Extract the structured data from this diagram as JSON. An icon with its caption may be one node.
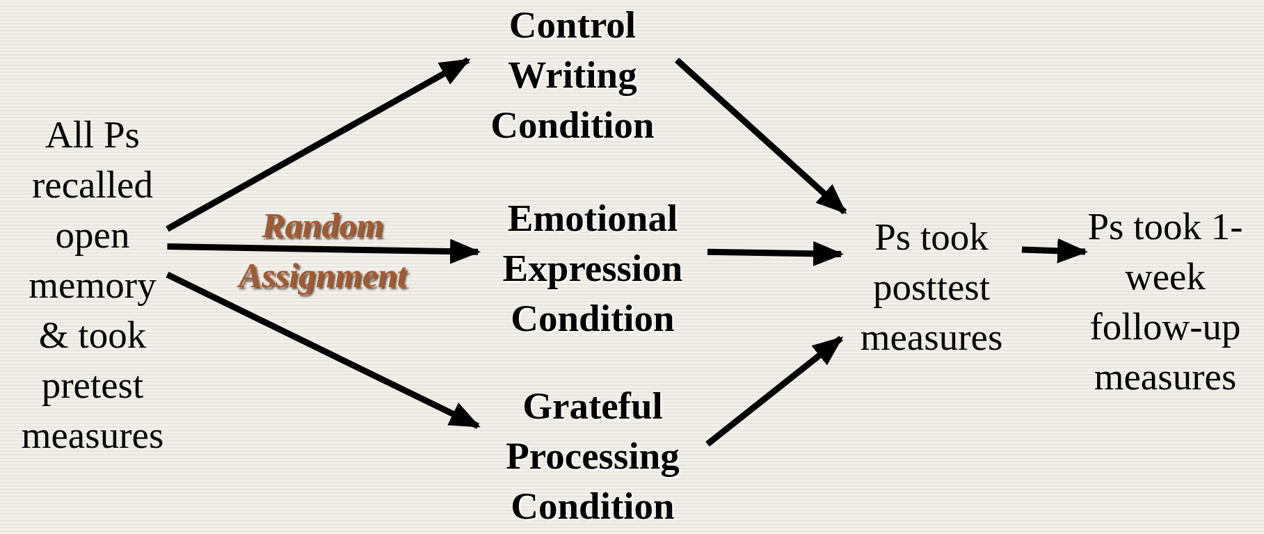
{
  "diagram": {
    "nodes": [
      {
        "text": [
          "All Ps recalled open memory & took pretest measures"
        ]
      },
      {
        "text": [
          "Control Writing Condition"
        ]
      },
      {
        "text": [
          "Emotional Expression Condition"
        ]
      },
      {
        "text": [
          "Grateful Processing Condition"
        ]
      },
      {
        "text": [
          "Ps took posttest measures"
        ]
      },
      {
        "text": [
          "Ps took 1-week follow-up measures"
        ]
      }
    ],
    "edges": [
      {
        "from": 0,
        "to": 1,
        "arrow": "to"
      },
      {
        "from": 0,
        "to": 2,
        "arrow": "to",
        "label": "Random Assignment"
      },
      {
        "from": 0,
        "to": 3,
        "arrow": "to"
      },
      {
        "from": 1,
        "to": 4,
        "arrow": "to"
      },
      {
        "from": 2,
        "to": 4,
        "arrow": "to"
      },
      {
        "from": 3,
        "to": 4,
        "arrow": "to"
      },
      {
        "from": 4,
        "to": 5,
        "arrow": "to"
      }
    ]
  }
}
